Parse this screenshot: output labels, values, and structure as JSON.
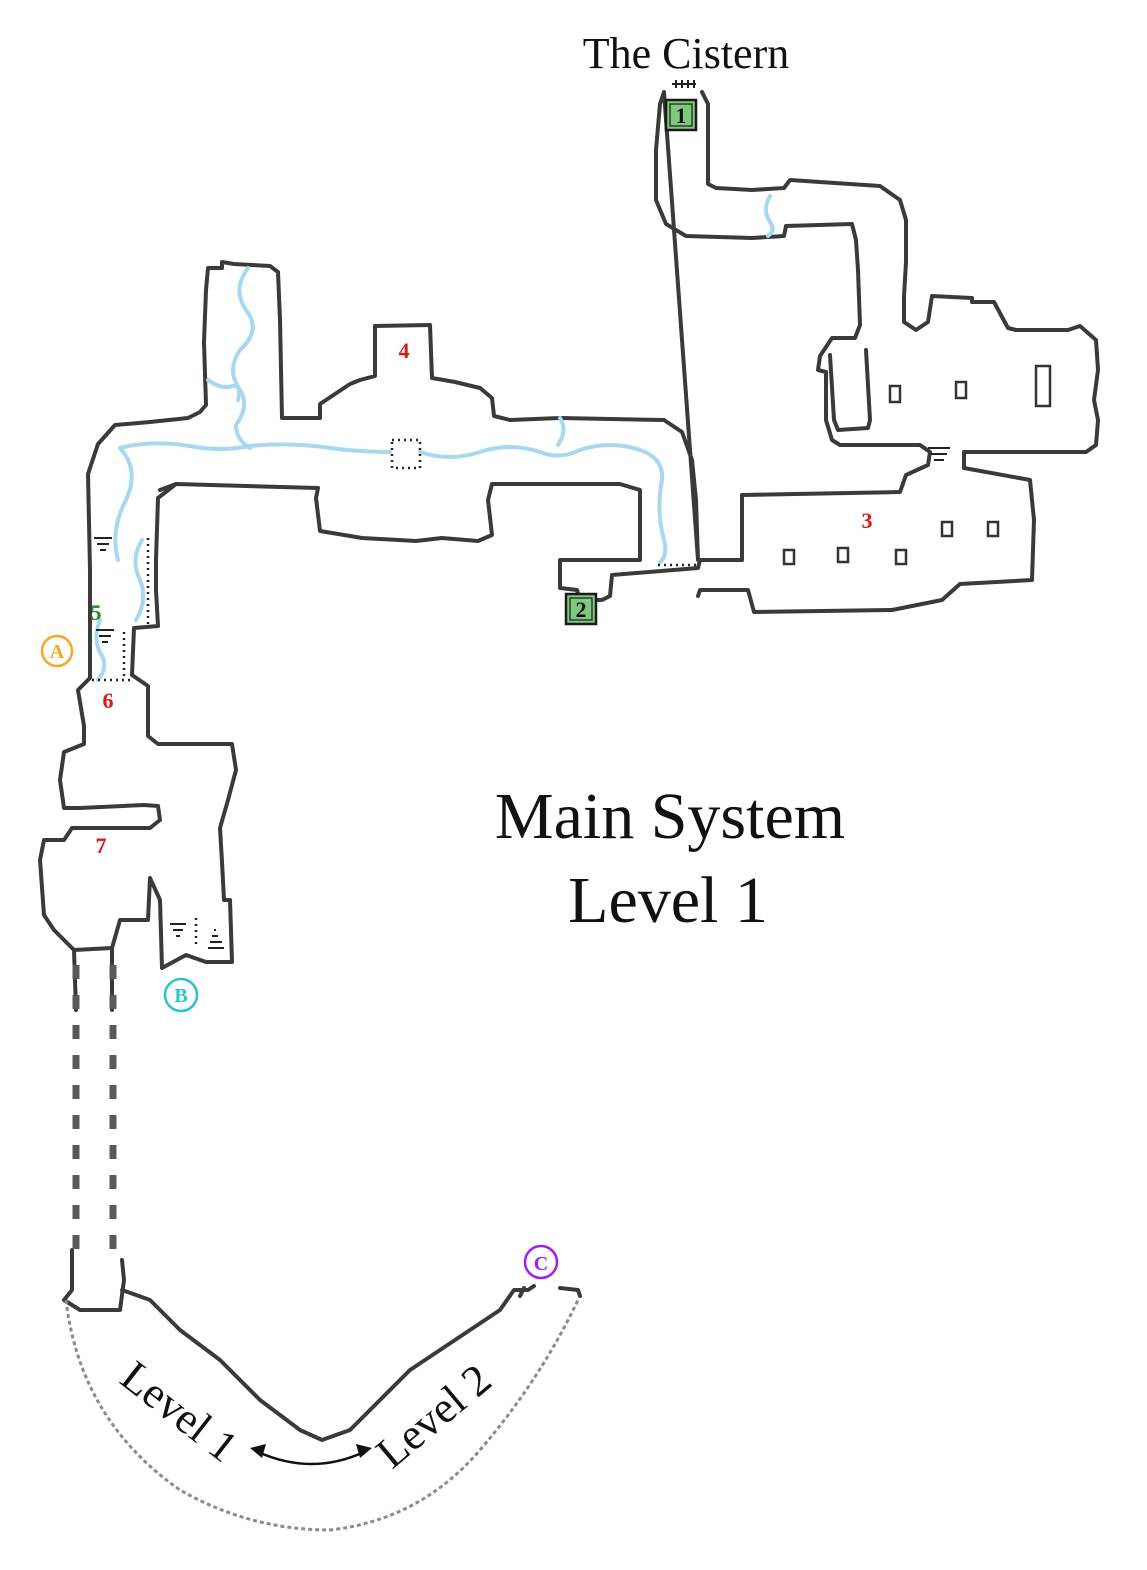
{
  "labels": {
    "cistern": "The Cistern",
    "title_line1": "Main System",
    "title_line2": "Level 1",
    "curve_left": "Level 1",
    "curve_right": "Level 2"
  },
  "rooms": {
    "r1": "1",
    "r2": "2",
    "r3": "3",
    "r4": "4",
    "r5": "5",
    "r6": "6",
    "r7": "7"
  },
  "markers": {
    "a": {
      "letter": "A",
      "color": "#f5a623"
    },
    "b": {
      "letter": "B",
      "color": "#2bc4c8"
    },
    "c": {
      "letter": "C",
      "color": "#a020f0"
    }
  },
  "colors": {
    "water": "#a8d8f0",
    "room_number": "#e01515",
    "stair_box": "#7fc97f",
    "walls": "#3a3a3a"
  },
  "icons": [
    "portal-box-icon",
    "stairs-down-icon",
    "stairs-icon",
    "arrow-double-icon"
  ]
}
